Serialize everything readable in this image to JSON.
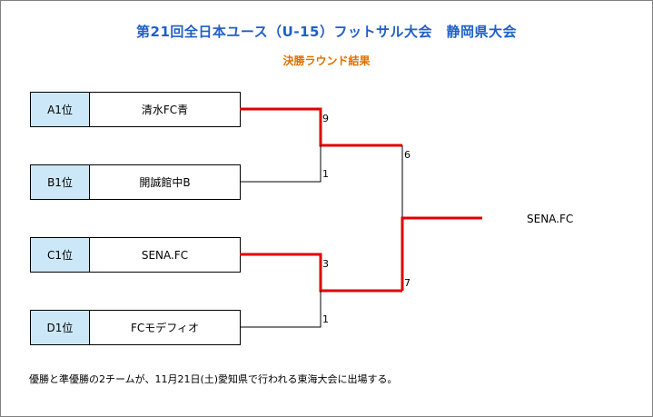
{
  "title": "第21回全日本ユース（U-15）フットサル大会　静岡県大会",
  "subtitle": "決勝ラウンド結果",
  "entries": [
    {
      "seed": "A1位",
      "team": "清水FC青"
    },
    {
      "seed": "B1位",
      "team": "開誠館中B"
    },
    {
      "seed": "C1位",
      "team": "SENA.FC"
    },
    {
      "seed": "D1位",
      "team": "FCモデフィオ"
    }
  ],
  "scores": {
    "semi1_top": "9",
    "semi1_bottom": "1",
    "semi2_top": "3",
    "semi2_bottom": "1",
    "final_top": "6",
    "final_bottom": "7"
  },
  "champion": "SENA.FC",
  "colors": {
    "winner_line": "#e00000",
    "loser_line": "#000000",
    "title": "#1f5fc8",
    "subtitle": "#e07000",
    "seed_bg": "#cce8f8"
  },
  "footnote": "優勝と準優勝の2チームが、11月21日(土)愛知県で行われる東海大会に出場する。"
}
